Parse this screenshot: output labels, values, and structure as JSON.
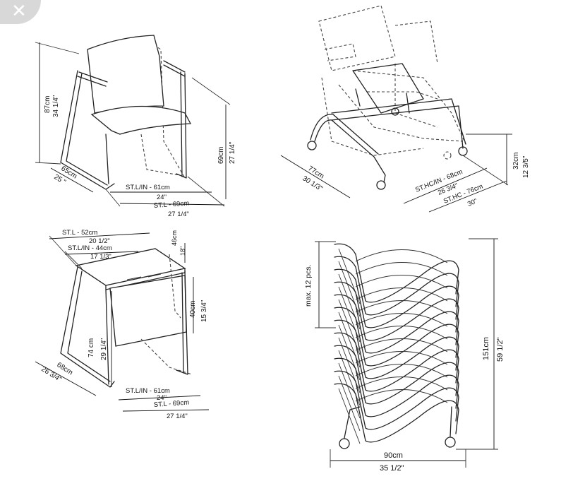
{
  "close_icon": "close-icon",
  "views": {
    "chair_front": {
      "height_cm": "87cm",
      "height_in": "34 1/4\"",
      "depth_cm": "65cm",
      "depth_in": "25 \"",
      "width_stl_in_cm": "ST.L/IN - 61cm",
      "width_stl_in_in": "24\"",
      "width_stl_cm": "ST.L - 69cm",
      "width_stl_in": "27 1/4\"",
      "side_cm": "69cm",
      "side_in": "27 1/4\""
    },
    "chair_tilted": {
      "depth_cm": "77cm",
      "depth_in": "30 1/3\"",
      "width_sthcin_cm": "ST.HC/IN - 68cm",
      "width_sthcin_in": "26 3/4\"",
      "width_sthc_cm": "ST.HC - 76cm",
      "width_sthc_in": "30\"",
      "height_cm": "32cm",
      "height_in": "12 3/5\""
    },
    "chair_back": {
      "top_stl_cm": "ST.L - 52cm",
      "top_stl_in": "20 1/2\"",
      "top_stlin_cm": "ST.L/IN - 44cm",
      "top_stlin_in": "17 1/3\"",
      "seat_depth_cm": "46cm",
      "seat_depth_in": "18\"",
      "back_h_cm": "40cm",
      "back_h_in": "15 3/4\"",
      "height_cm": "74 cm",
      "height_in": "29 1/4\"",
      "depth_cm": "68cm",
      "depth_in": "26 3/4\"",
      "width_stlin_cm": "ST.L/IN - 61cm",
      "width_stlin_in": "24\"",
      "width_stl_cm": "ST.L - 69cm",
      "width_stl_in": "27 1/4\""
    },
    "stack": {
      "max_label": "max. 12 pcs.",
      "height_cm": "151cm",
      "height_in": "59 1/2\"",
      "width_cm": "90cm",
      "width_in": "35 1/2\""
    }
  }
}
